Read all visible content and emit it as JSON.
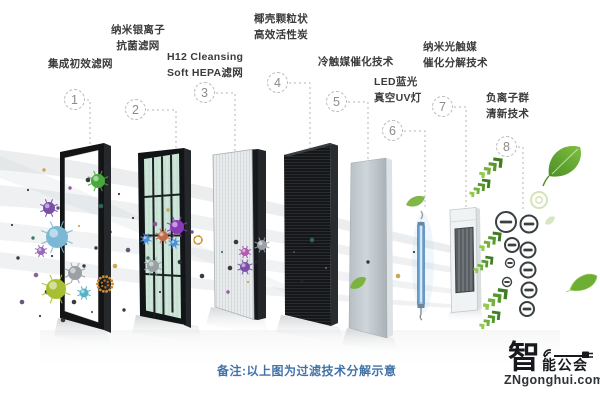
{
  "note": {
    "text": "备注:以上图为过滤技术分解示意"
  },
  "callouts": [
    {
      "num": "1",
      "label": "集成初效滤网"
    },
    {
      "num": "2",
      "label": "纳米银离子\n抗菌滤网"
    },
    {
      "num": "3",
      "label": "H12 Cleansing\nSoft HEPA滤网"
    },
    {
      "num": "4",
      "label": "椰壳颗粒状\n高效活性炭"
    },
    {
      "num": "5",
      "label": "冷触媒催化技术"
    },
    {
      "num": "6",
      "label": "LED蓝光\n真空UV灯"
    },
    {
      "num": "7",
      "label": "纳米光触媒\n催化分解技术"
    },
    {
      "num": "8",
      "label": "负离子群\n清新技术"
    }
  ],
  "watermark": {
    "brand_char": "智",
    "brand_rest": "能公会",
    "domain": "ZNgonghui.com"
  },
  "colors": {
    "note_blue": "#4273a8",
    "filter_green": "#cfe7da",
    "leaf_green": "#5a9e2f",
    "ion_dark": "#3a3f42"
  }
}
